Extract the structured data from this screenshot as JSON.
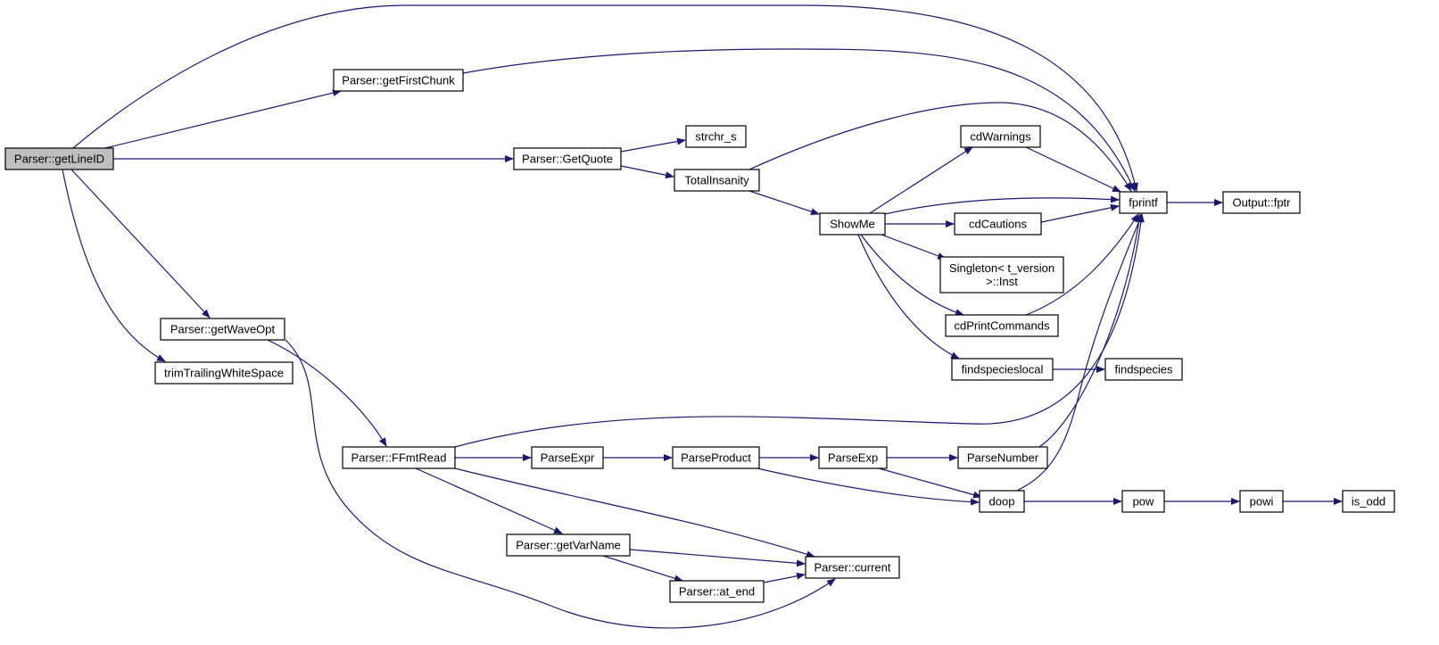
{
  "graph": {
    "colors": {
      "edge": "#191970",
      "root_fill": "#bfbfbf",
      "node_fill": "#ffffff",
      "border": "#000000"
    },
    "nodes": [
      {
        "id": "getLineID",
        "lines": [
          "Parser::getLineID"
        ],
        "root": true
      },
      {
        "id": "getFirstChunk",
        "lines": [
          "Parser::getFirstChunk"
        ]
      },
      {
        "id": "GetQuote",
        "lines": [
          "Parser::GetQuote"
        ]
      },
      {
        "id": "strchr_s",
        "lines": [
          "strchr_s"
        ]
      },
      {
        "id": "TotalInsanity",
        "lines": [
          "TotalInsanity"
        ]
      },
      {
        "id": "cdWarnings",
        "lines": [
          "cdWarnings"
        ]
      },
      {
        "id": "fprintf",
        "lines": [
          "fprintf"
        ]
      },
      {
        "id": "OutputFptr",
        "lines": [
          "Output::fptr"
        ]
      },
      {
        "id": "ShowMe",
        "lines": [
          "ShowMe"
        ]
      },
      {
        "id": "cdCautions",
        "lines": [
          "cdCautions"
        ]
      },
      {
        "id": "SingletonInst",
        "lines": [
          "Singleton< t_version",
          ">::Inst"
        ]
      },
      {
        "id": "cdPrintCommands",
        "lines": [
          "cdPrintCommands"
        ]
      },
      {
        "id": "getWaveOpt",
        "lines": [
          "Parser::getWaveOpt"
        ]
      },
      {
        "id": "trimTrailingWhiteSpace",
        "lines": [
          "trimTrailingWhiteSpace"
        ]
      },
      {
        "id": "findspecieslocal",
        "lines": [
          "findspecieslocal"
        ]
      },
      {
        "id": "findspecies",
        "lines": [
          "findspecies"
        ]
      },
      {
        "id": "FFmtRead",
        "lines": [
          "Parser::FFmtRead"
        ]
      },
      {
        "id": "ParseExpr",
        "lines": [
          "ParseExpr"
        ]
      },
      {
        "id": "ParseProduct",
        "lines": [
          "ParseProduct"
        ]
      },
      {
        "id": "ParseExp",
        "lines": [
          "ParseExp"
        ]
      },
      {
        "id": "ParseNumber",
        "lines": [
          "ParseNumber"
        ]
      },
      {
        "id": "doop",
        "lines": [
          "doop"
        ]
      },
      {
        "id": "pow",
        "lines": [
          "pow"
        ]
      },
      {
        "id": "powi",
        "lines": [
          "powi"
        ]
      },
      {
        "id": "is_odd",
        "lines": [
          "is_odd"
        ]
      },
      {
        "id": "getVarName",
        "lines": [
          "Parser::getVarName"
        ]
      },
      {
        "id": "current",
        "lines": [
          "Parser::current"
        ]
      },
      {
        "id": "at_end",
        "lines": [
          "Parser::at_end"
        ]
      }
    ],
    "edges": [
      {
        "from": "getLineID",
        "to": "fprintf"
      },
      {
        "from": "getLineID",
        "to": "getFirstChunk"
      },
      {
        "from": "getLineID",
        "to": "GetQuote"
      },
      {
        "from": "getLineID",
        "to": "getWaveOpt"
      },
      {
        "from": "getLineID",
        "to": "trimTrailingWhiteSpace"
      },
      {
        "from": "getFirstChunk",
        "to": "fprintf"
      },
      {
        "from": "GetQuote",
        "to": "strchr_s"
      },
      {
        "from": "GetQuote",
        "to": "TotalInsanity"
      },
      {
        "from": "TotalInsanity",
        "to": "fprintf"
      },
      {
        "from": "TotalInsanity",
        "to": "ShowMe"
      },
      {
        "from": "ShowMe",
        "to": "cdWarnings"
      },
      {
        "from": "ShowMe",
        "to": "fprintf"
      },
      {
        "from": "ShowMe",
        "to": "cdCautions"
      },
      {
        "from": "ShowMe",
        "to": "SingletonInst"
      },
      {
        "from": "ShowMe",
        "to": "cdPrintCommands"
      },
      {
        "from": "ShowMe",
        "to": "findspecieslocal"
      },
      {
        "from": "cdWarnings",
        "to": "fprintf"
      },
      {
        "from": "cdCautions",
        "to": "fprintf"
      },
      {
        "from": "cdPrintCommands",
        "to": "fprintf"
      },
      {
        "from": "findspecieslocal",
        "to": "findspecies"
      },
      {
        "from": "fprintf",
        "to": "OutputFptr"
      },
      {
        "from": "getWaveOpt",
        "to": "FFmtRead"
      },
      {
        "from": "getWaveOpt",
        "to": "current"
      },
      {
        "from": "FFmtRead",
        "to": "fprintf"
      },
      {
        "from": "FFmtRead",
        "to": "ParseExpr"
      },
      {
        "from": "FFmtRead",
        "to": "getVarName"
      },
      {
        "from": "FFmtRead",
        "to": "current"
      },
      {
        "from": "ParseExpr",
        "to": "ParseProduct"
      },
      {
        "from": "ParseProduct",
        "to": "ParseExp"
      },
      {
        "from": "ParseProduct",
        "to": "doop"
      },
      {
        "from": "ParseExp",
        "to": "ParseNumber"
      },
      {
        "from": "ParseExp",
        "to": "doop"
      },
      {
        "from": "ParseNumber",
        "to": "fprintf"
      },
      {
        "from": "doop",
        "to": "fprintf"
      },
      {
        "from": "doop",
        "to": "pow"
      },
      {
        "from": "pow",
        "to": "powi"
      },
      {
        "from": "powi",
        "to": "is_odd"
      },
      {
        "from": "getVarName",
        "to": "current"
      },
      {
        "from": "getVarName",
        "to": "at_end"
      },
      {
        "from": "at_end",
        "to": "current"
      }
    ]
  }
}
